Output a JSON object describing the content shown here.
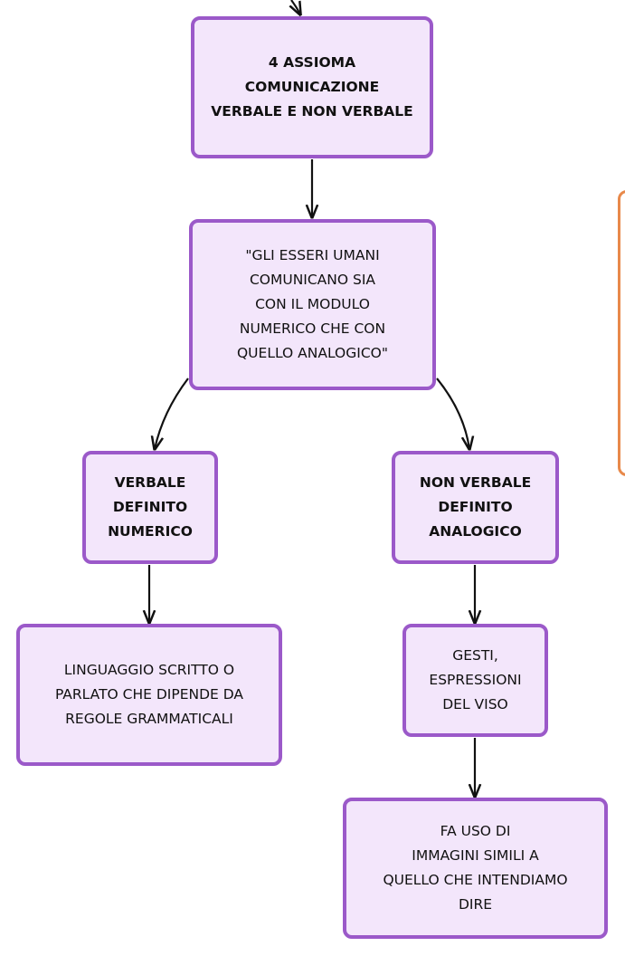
{
  "colors": {
    "node_fill": "#f3e6fb",
    "node_border": "#9b59c9",
    "connector": "#111111",
    "side_panel_border": "#e8894a"
  },
  "nodes": {
    "axiom": {
      "lines": [
        "4 ASSIOMA",
        "COMUNICAZIONE",
        "VERBALE E NON VERBALE"
      ]
    },
    "quote": {
      "lines": [
        "\"GLI ESSERI UMANI",
        "COMUNICANO SIA",
        "CON IL MODULO",
        "NUMERICO CHE CON",
        "QUELLO ANALOGICO\""
      ]
    },
    "verbale": {
      "lines": [
        "VERBALE",
        "DEFINITO",
        "NUMERICO"
      ]
    },
    "non_verbale": {
      "lines": [
        "NON VERBALE",
        "DEFINITO",
        "ANALOGICO"
      ]
    },
    "linguaggio": {
      "lines": [
        "LINGUAGGIO SCRITTO O",
        "PARLATO CHE DIPENDE DA",
        "REGOLE GRAMMATICALI"
      ]
    },
    "gesti": {
      "lines": [
        "GESTI,",
        "ESPRESSIONI",
        "DEL VISO"
      ]
    },
    "immagini": {
      "lines": [
        "FA USO DI",
        "IMMAGINI SIMILI A",
        "QUELLO CHE INTENDIAMO",
        "DIRE"
      ]
    }
  }
}
